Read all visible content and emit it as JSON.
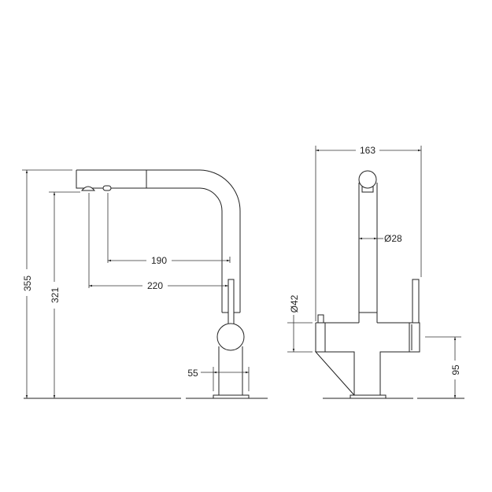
{
  "drawing": {
    "side_view": {
      "overall_height": "355",
      "spout_height": "321",
      "reach_inner": "190",
      "reach_outer": "220",
      "base_diameter": "55"
    },
    "front_view": {
      "overall_width": "163",
      "spout_diameter": "Ø28",
      "body_diameter": "Ø42",
      "body_height": "95"
    },
    "line_color": "#222222"
  }
}
